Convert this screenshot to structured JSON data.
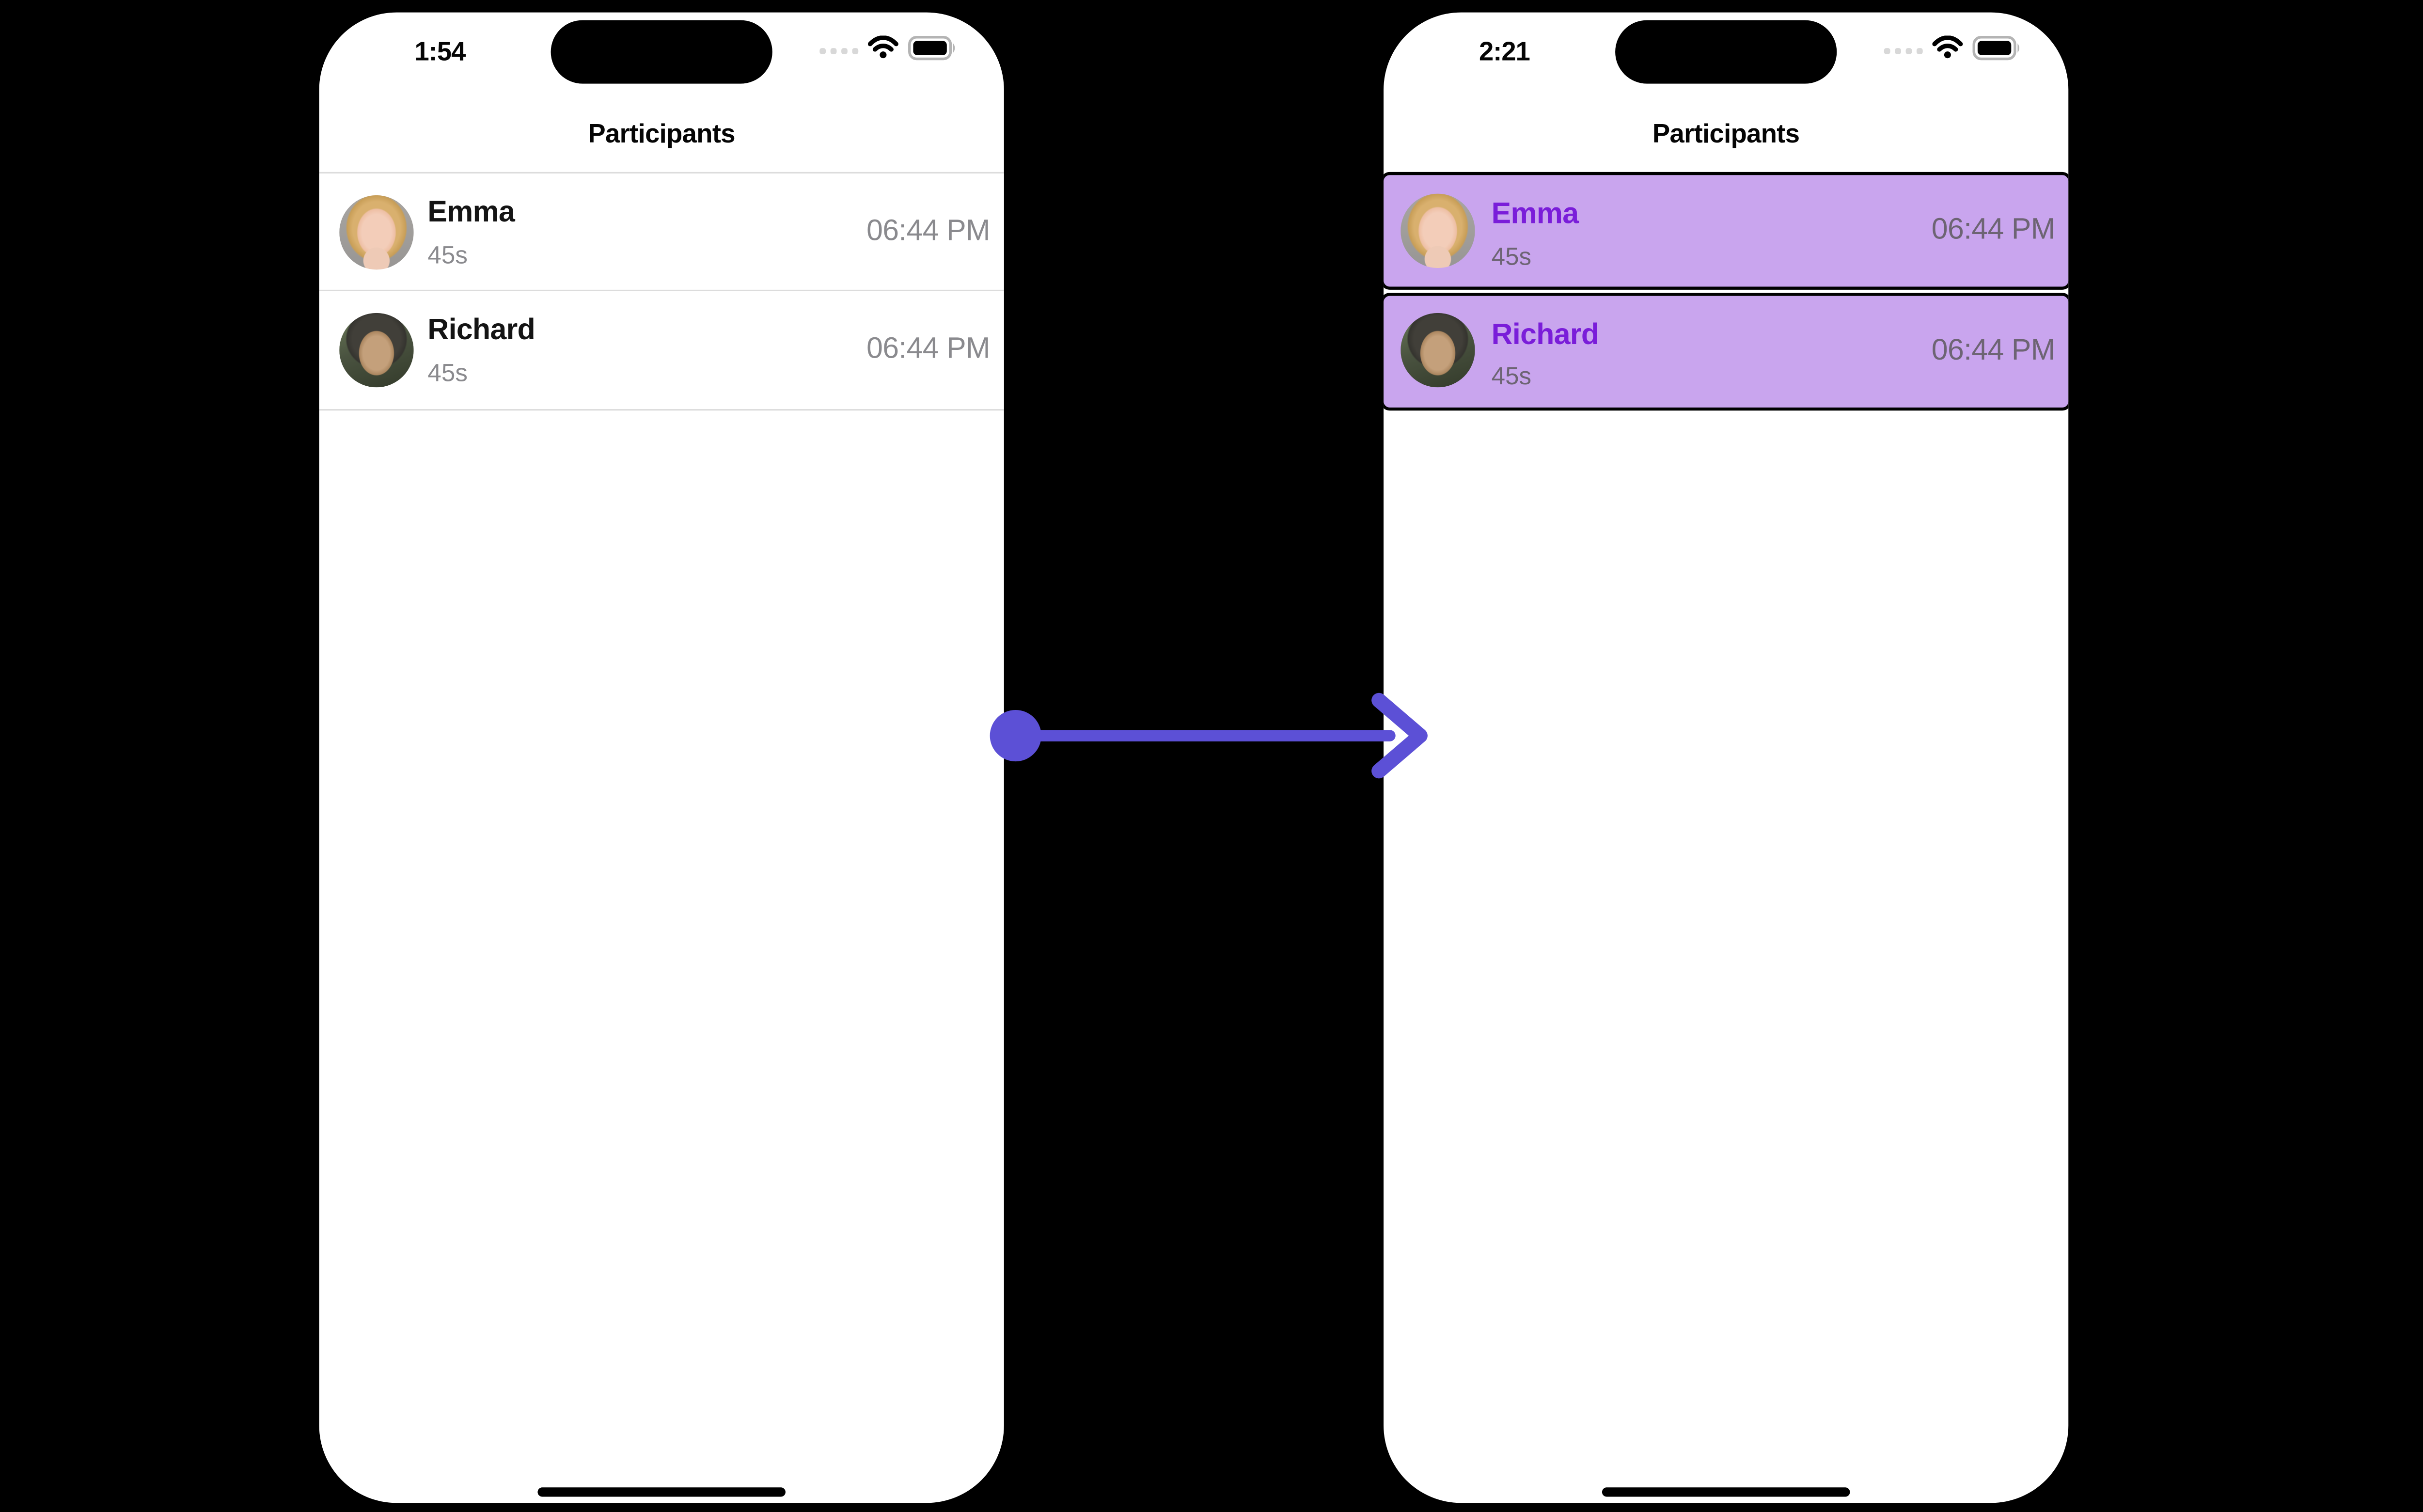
{
  "left_phone": {
    "status_bar": {
      "time": "1:54"
    },
    "header": {
      "title": "Participants"
    },
    "participants": [
      {
        "name": "Emma",
        "duration": "45s",
        "time": "06:44 PM",
        "highlighted": false
      },
      {
        "name": "Richard",
        "duration": "45s",
        "time": "06:44 PM",
        "highlighted": false
      }
    ]
  },
  "right_phone": {
    "status_bar": {
      "time": "2:21"
    },
    "header": {
      "title": "Participants"
    },
    "participants": [
      {
        "name": "Emma",
        "duration": "45s",
        "time": "06:44 PM",
        "highlighted": true
      },
      {
        "name": "Richard",
        "duration": "45s",
        "time": "06:44 PM",
        "highlighted": true
      }
    ]
  },
  "arrow": {
    "direction": "left-to-right",
    "color": "#5c50d6"
  },
  "colors": {
    "page_background": "#000000",
    "phone_background": "#ffffff",
    "highlight_row_background": "#c9a5ee",
    "highlight_name_text": "#7a1dd9",
    "highlight_secondary_text": "#6d6473",
    "secondary_text": "#8a8a8e",
    "divider": "#dcdcdc",
    "arrow": "#5c50d6"
  }
}
